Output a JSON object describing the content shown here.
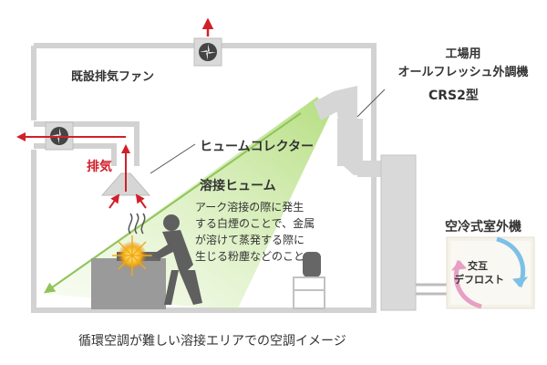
{
  "labels": {
    "existing_fan": "既設排気ファン",
    "ac_unit_line1": "工場用",
    "ac_unit_line2": "オールフレッシュ外調機",
    "ac_unit_model": "CRS2型",
    "exhaust": "排気",
    "fume_collector": "ヒュームコレクター",
    "welding_fume_title": "溶接ヒューム",
    "welding_fume_desc": [
      "アーク溶接の際に発生",
      "する白煙のことで、金属",
      "が溶けて蒸発する際に",
      "生じる粉塵などのこと"
    ],
    "outdoor_unit": "空冷式室外機",
    "defrost_line1": "交互",
    "defrost_line2": "デフロスト"
  },
  "caption": "循環空調が難しい溶接エリアでの空調イメージ",
  "colors": {
    "wall": "#cfcfcf",
    "duct": "#cccccc",
    "airflow": "#b9e07a",
    "exhaust_arrow": "#d0202a",
    "cool_arrow": "#7cc0e6",
    "warm_arrow": "#e7a0c4",
    "text": "#333333"
  },
  "icons": [
    "fan-icon",
    "welder-figure-icon",
    "spark-icon",
    "fume-wisp-icon",
    "outdoor-unit-icon"
  ]
}
